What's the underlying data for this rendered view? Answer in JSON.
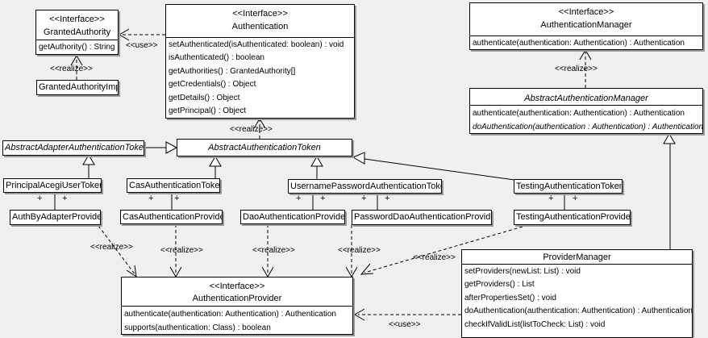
{
  "labels": {
    "use": "<<use>>",
    "realize": "<<realize>>",
    "plus": "+",
    "stereotype_interface": "<<Interface>>"
  },
  "colors": {
    "background": "#f0f0f0",
    "box_fill": "#ffffff",
    "line": "#000000",
    "shadow": "#9a9a9a"
  },
  "classes": {
    "granted_authority": {
      "stereotype": "<<Interface>>",
      "name": "GrantedAuthority",
      "methods": [
        "getAuthority() : String"
      ]
    },
    "granted_authority_impl": {
      "name": "GrantedAuthorityImpl"
    },
    "authentication": {
      "stereotype": "<<Interface>>",
      "name": "Authentication",
      "methods": [
        "setAuthenticated(isAuthenticated: boolean) : void",
        "isAuthenticated() : boolean",
        "getAuthorities() : GrantedAuthority[]",
        "getCredentials() : Object",
        "getDetails() : Object",
        "getPrincipal() : Object"
      ]
    },
    "authentication_manager": {
      "stereotype": "<<Interface>>",
      "name": "AuthenticationManager",
      "methods": [
        "authenticate(authentication: Authentication) : Authentication"
      ]
    },
    "abstract_authentication_manager": {
      "name": "AbstractAuthenticationManager",
      "methods": [
        "authenticate(authentication: Authentication) : Authentication",
        "doAuthentication(authentication : Authentication) : Authentication"
      ]
    },
    "abstract_adapter_authentication_token": {
      "name": "AbstractAdapterAuthenticationToken"
    },
    "abstract_authentication_token": {
      "name": "AbstractAuthenticationToken"
    },
    "principal_acegi_user_token": {
      "name": "PrincipalAcegiUserToken"
    },
    "cas_authentication_token": {
      "name": "CasAuthenticationToken"
    },
    "username_password_authentication_token": {
      "name": "UsernamePasswordAuthenticationToken"
    },
    "testing_authentication_token": {
      "name": "TestingAuthenticationToken"
    },
    "auth_by_adapter_provider": {
      "name": "AuthByAdapterProvider"
    },
    "cas_authentication_provider": {
      "name": "CasAuthenticationProvider"
    },
    "dao_authentication_provider": {
      "name": "DaoAuthenticationProvider"
    },
    "password_dao_authentication_provider": {
      "name": "PasswordDaoAuthenticationProvider"
    },
    "testing_authentication_provider": {
      "name": "TestingAuthenticationProvider"
    },
    "provider_manager": {
      "name": "ProviderManager",
      "methods": [
        "setProviders(newList: List) : void",
        "getProviders() : List",
        "afterPropertiesSet() : void",
        "doAuthentication(authentication: Authentication) : Authentication",
        "checkIfValidList(listToCheck: List) : void"
      ]
    },
    "authentication_provider": {
      "stereotype": "<<Interface>>",
      "name": "AuthenticationProvider",
      "methods": [
        "authenticate(authentication: Authentication) : Authentication",
        "supports(authentication: Class) : boolean"
      ]
    }
  }
}
